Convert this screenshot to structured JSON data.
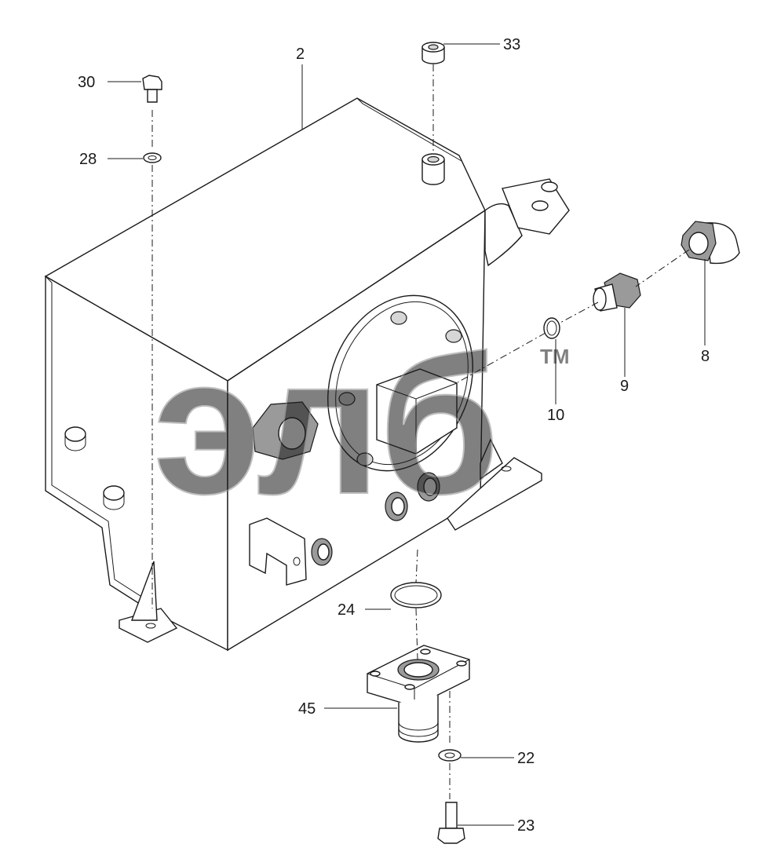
{
  "watermark": {
    "text": "элб",
    "mark": "TM"
  },
  "callouts": [
    {
      "id": "p2",
      "label": "2"
    },
    {
      "id": "p33",
      "label": "33"
    },
    {
      "id": "p30",
      "label": "30"
    },
    {
      "id": "p28",
      "label": "28"
    },
    {
      "id": "p8",
      "label": "8"
    },
    {
      "id": "p9",
      "label": "9"
    },
    {
      "id": "p10",
      "label": "10"
    },
    {
      "id": "p24",
      "label": "24"
    },
    {
      "id": "p45",
      "label": "45"
    },
    {
      "id": "p22",
      "label": "22"
    },
    {
      "id": "p23",
      "label": "23"
    }
  ]
}
